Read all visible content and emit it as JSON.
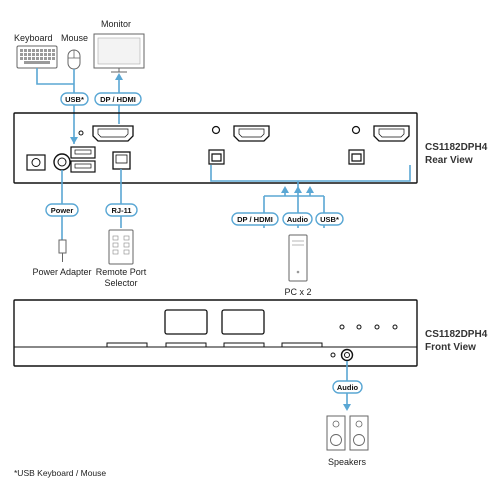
{
  "colors": {
    "cable": "#5aa7d4",
    "device_outline": "#111111",
    "pill_border": "#5aa7d4"
  },
  "devices": {
    "keyboard": "Keyboard",
    "mouse": "Mouse",
    "monitor": "Monitor",
    "power_adapter": "Power Adapter",
    "remote_port_selector_line1": "Remote Port",
    "remote_port_selector_line2": "Selector",
    "pc": "PC x 2",
    "speakers": "Speakers"
  },
  "connections": {
    "usb_star": "USB*",
    "dp_hdmi": "DP / HDMI",
    "power": "Power",
    "rj11": "RJ-11",
    "pc_dp_hdmi": "DP / HDMI",
    "pc_audio": "Audio",
    "pc_usb": "USB*",
    "front_audio": "Audio"
  },
  "views": {
    "rear_model": "CS1182DPH4",
    "rear_label": "Rear View",
    "front_model": "CS1182DPH4",
    "front_label": "Front View"
  },
  "footnote": "*USB Keyboard / Mouse"
}
